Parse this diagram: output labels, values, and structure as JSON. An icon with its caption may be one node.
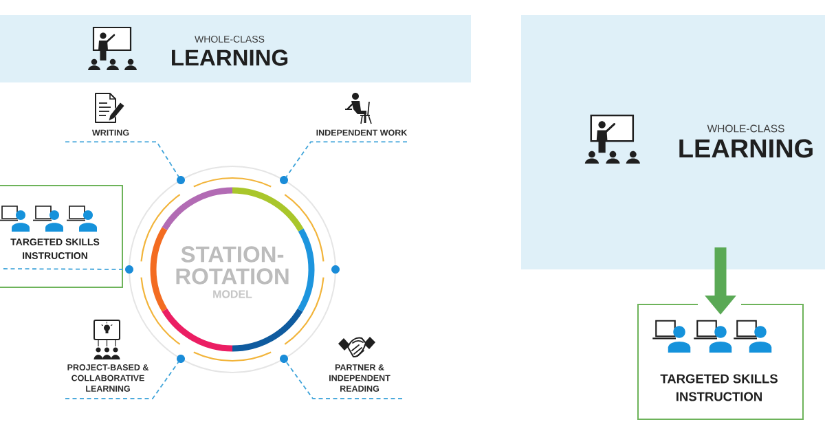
{
  "diagram": {
    "nodes": [
      {
        "text": [
          "WHOLE-CLASS",
          "LEARNING"
        ]
      },
      {
        "text": [
          "WRITING"
        ]
      },
      {
        "text": [
          "INDEPENDENT WORK"
        ]
      },
      {
        "text": [
          "TARGETED SKILLS INSTRUCTION"
        ]
      },
      {
        "text": [
          "STATION- ROTATION",
          "MODEL"
        ]
      },
      {
        "text": [
          "PROJECT-BASED & COLLABORATIVE LEARNING"
        ]
      },
      {
        "text": [
          "PARTNER & INDEPENDENT READING"
        ]
      },
      {
        "text": [
          "WHOLE-CLASS",
          "LEARNING"
        ]
      },
      {
        "text": [
          "TARGETED SKILLS INSTRUCTION"
        ]
      },
      {
        "text": [],
        "shape": "circle"
      },
      {
        "text": [],
        "shape": "circle"
      },
      {
        "text": [],
        "shape": "circle"
      },
      {
        "text": [],
        "shape": "circle"
      },
      {
        "text": [],
        "shape": "circle"
      },
      {
        "text": [],
        "shape": "circle"
      }
    ],
    "edges": [
      {
        "from": 1,
        "to": 9,
        "arrow": "none",
        "style": "dashed"
      },
      {
        "from": 2,
        "to": 10,
        "arrow": "none",
        "style": "dashed"
      },
      {
        "from": 3,
        "to": 11,
        "arrow": "none",
        "style": "dashed"
      },
      {
        "from": 5,
        "to": 13,
        "arrow": "none",
        "style": "dashed"
      },
      {
        "from": 6,
        "to": 14,
        "arrow": "none",
        "style": "dashed"
      },
      {
        "from": 7,
        "to": 8,
        "arrow": "to",
        "style": "thick",
        "color": "#5aa955"
      }
    ]
  }
}
